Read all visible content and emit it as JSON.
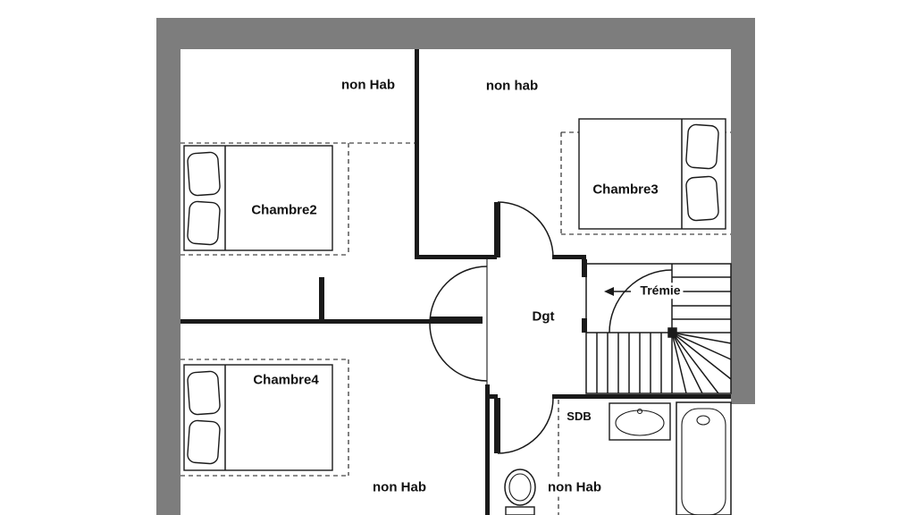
{
  "colors": {
    "wall": "#7d7d7d",
    "line": "#1a1a1a",
    "text": "#111111",
    "bg": "#ffffff"
  },
  "rooms": {
    "non_hab_top_left": "non Hab",
    "non_hab_top_middle": "non hab",
    "chambre2": "Chambre2",
    "chambre3": "Chambre3",
    "chambre4": "Chambre4",
    "degagement": "Dgt",
    "tremie": "Trémie",
    "sdb": "SDB",
    "non_hab_bottom_left": "non Hab",
    "non_hab_bottom_right": "non Hab"
  }
}
